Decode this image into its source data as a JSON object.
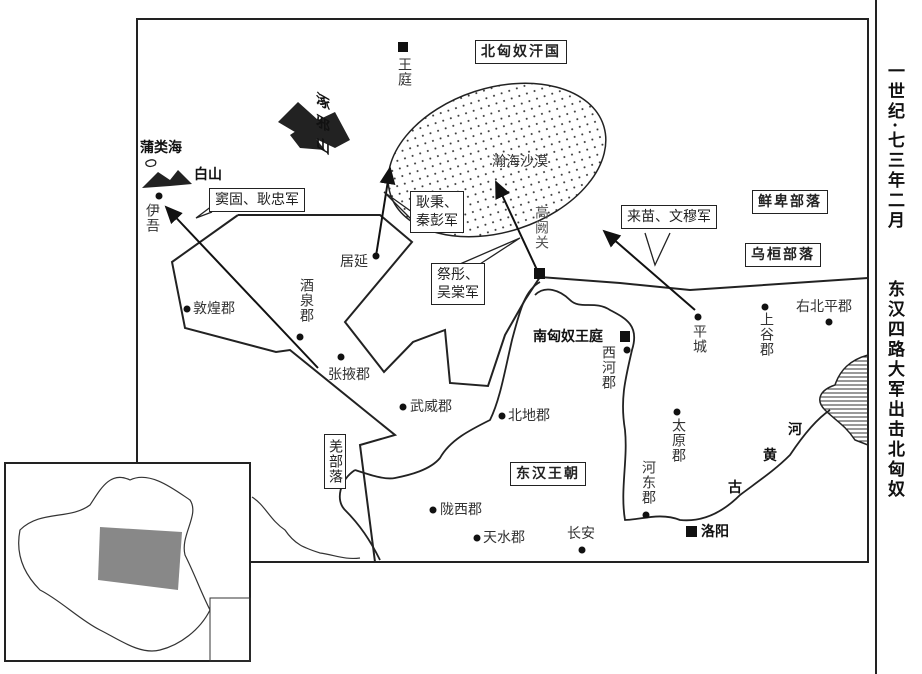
{
  "title": {
    "line1": "一世纪·七三年二月",
    "line2": "东汉四路大军出击北匈奴"
  },
  "regions": {
    "north_xiongnu": "北匈奴汗国",
    "eastern_han": "东汉王朝",
    "xianbei": "鲜卑部落",
    "wuhuan": "乌桓部落",
    "qiang": "羌部落"
  },
  "features": {
    "royal_court": "王庭",
    "zhuoye_mountain": "涿邪山",
    "pulei_lake": "蒲类海",
    "bai_mountain": "白山",
    "hanhai_desert": "瀚海沙漠",
    "gaoque_pass": "高阙关",
    "yellow_river": [
      "古",
      "黄",
      "河"
    ]
  },
  "armies": {
    "dougu": "窦固、耿忠军",
    "gengbing": [
      "耿秉、",
      "秦彭军"
    ],
    "jitong": [
      "祭彤、",
      "吴棠军"
    ],
    "laimiao": "来苗、文穆军"
  },
  "places": {
    "yiwu": "伊吾",
    "juyan": "居延",
    "jiuquan": "酒泉郡",
    "dunhuang": "敦煌郡",
    "zhangye": "张掖郡",
    "wuwei": "武威郡",
    "beidi": "北地郡",
    "longxi": "陇西郡",
    "tianshui": "天水郡",
    "changan": "长安",
    "south_xiongnu_court": "南匈奴王庭",
    "xihe": "西河郡",
    "pingcheng": "平城",
    "shanggu": "上谷郡",
    "youbeiping": "右北平郡",
    "taiyuan": "太原郡",
    "hedong": "河东郡",
    "luoyang": "洛阳"
  }
}
